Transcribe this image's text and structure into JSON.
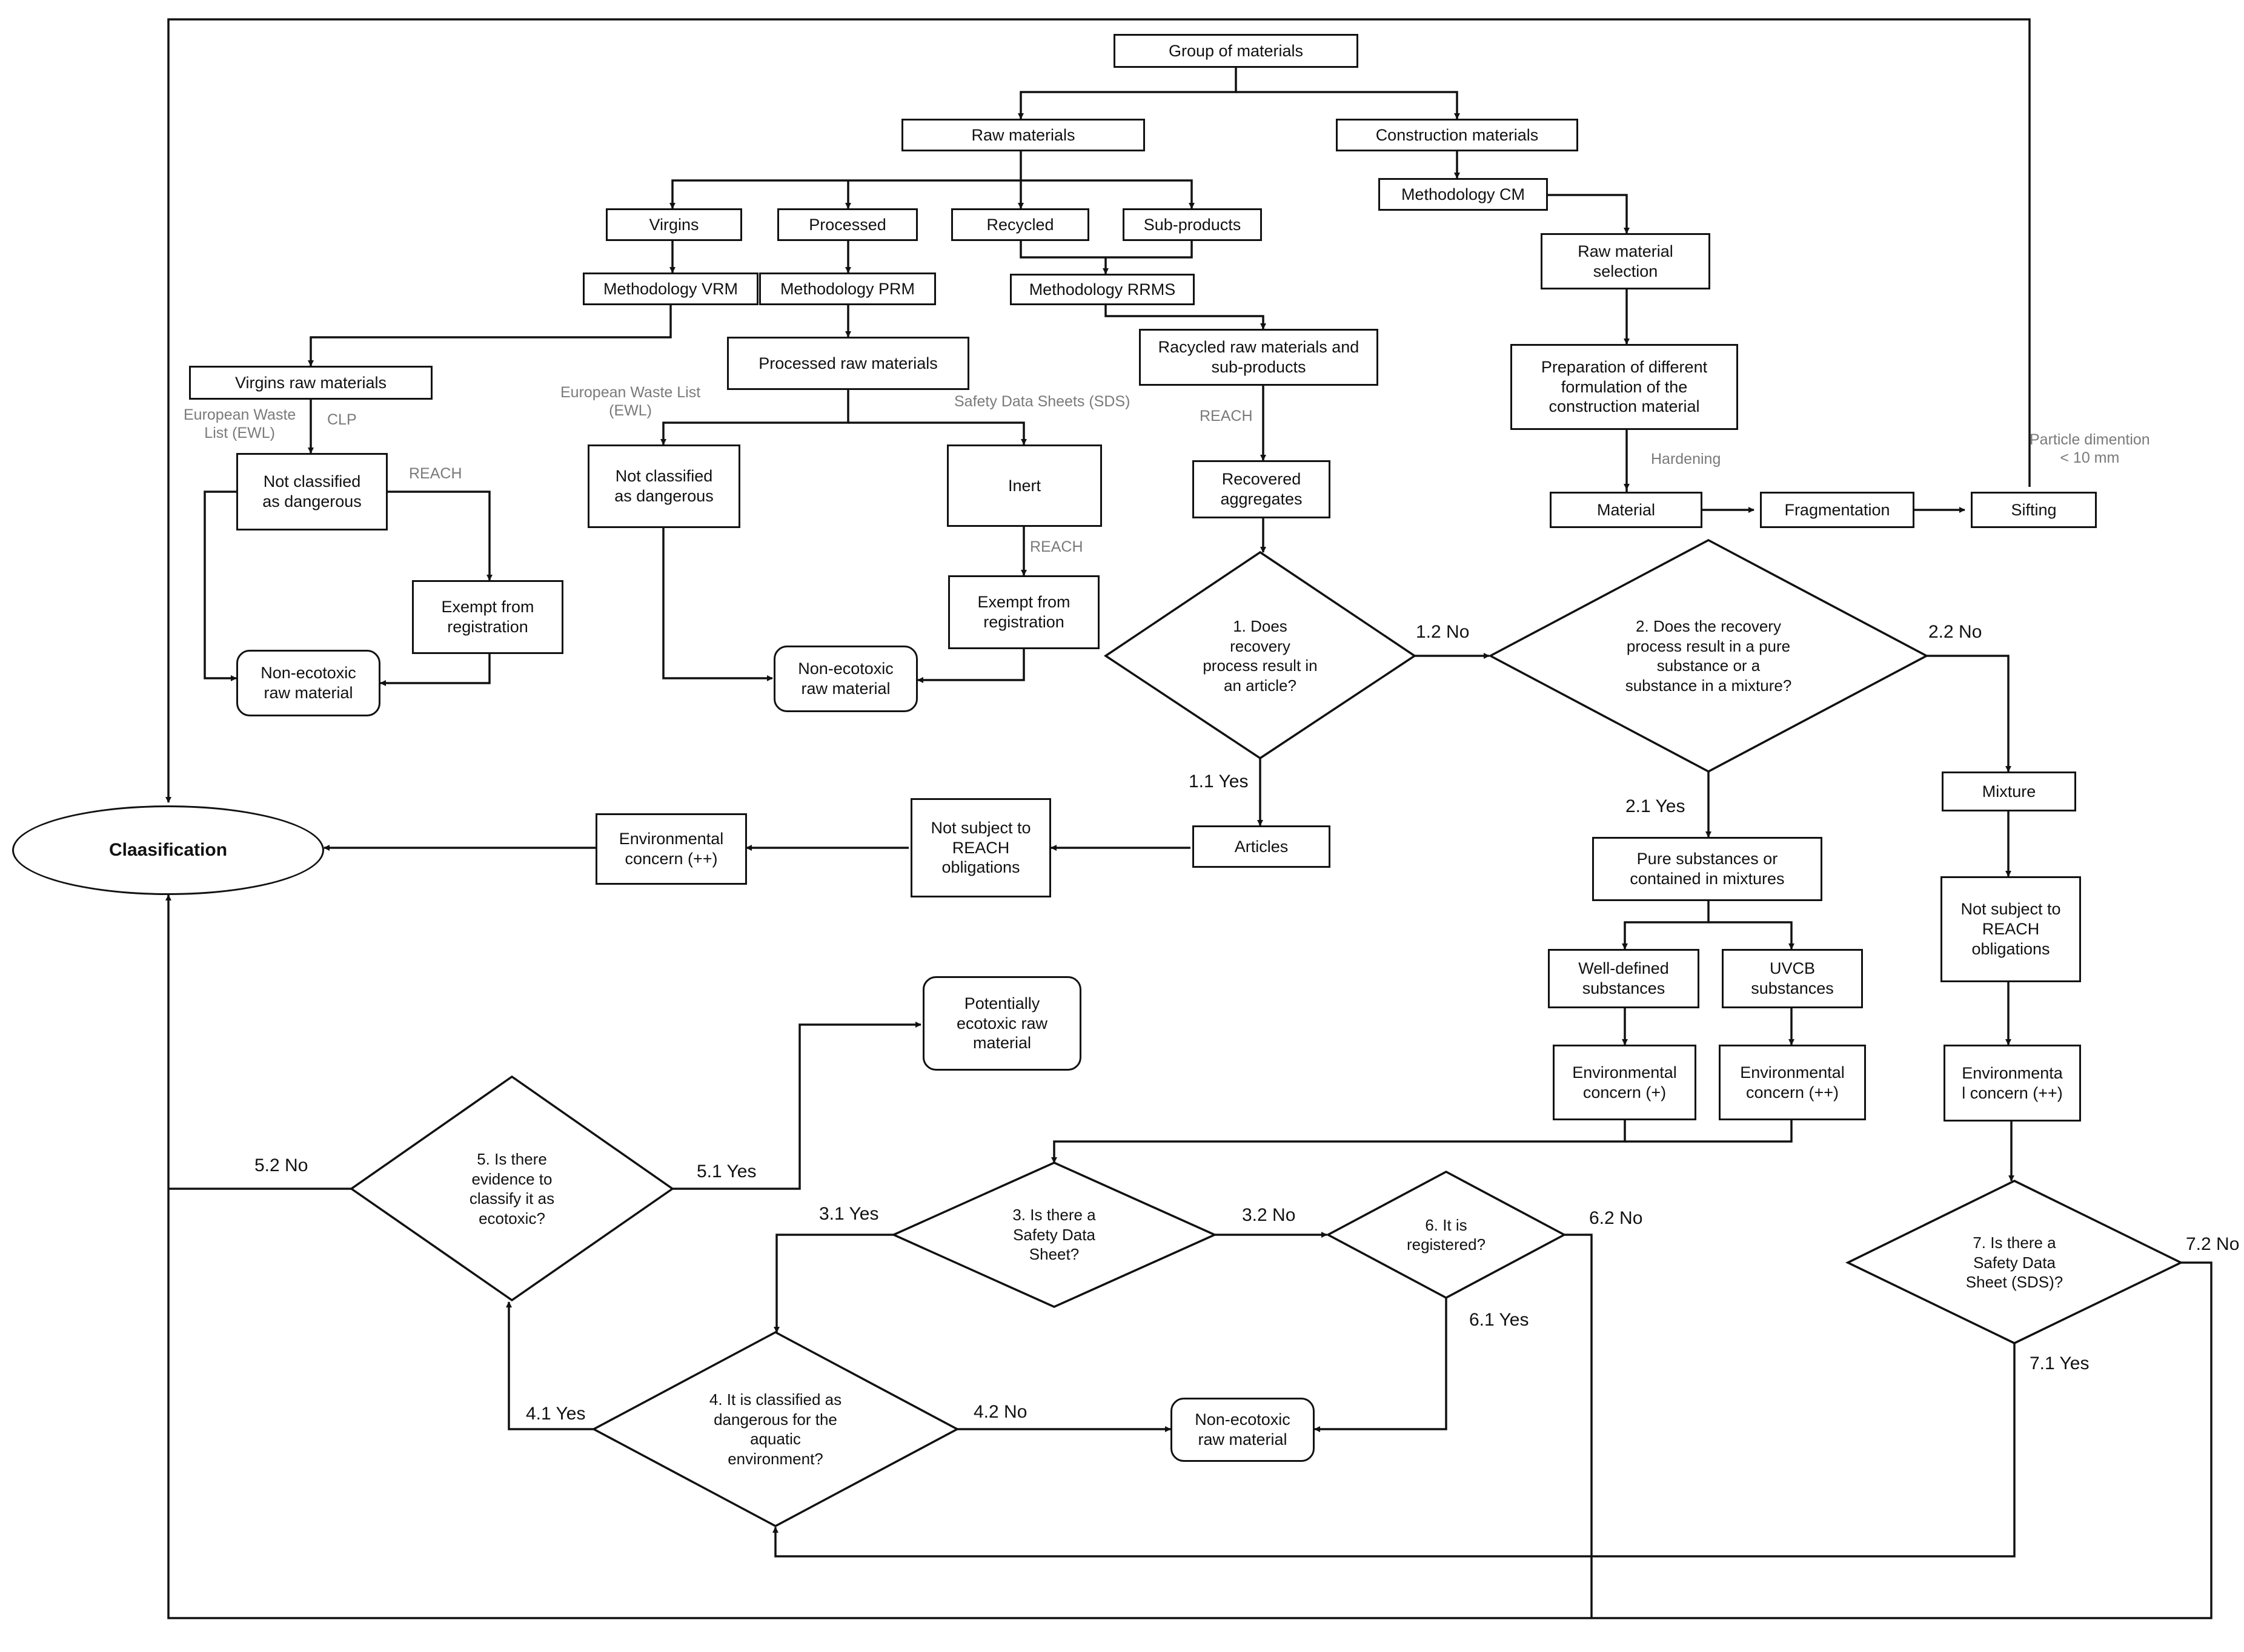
{
  "nodes": {
    "group_of_materials": "Group of materials",
    "raw_materials": "Raw materials",
    "construction_materials": "Construction materials",
    "methodology_cm": "Methodology  CM",
    "virgins": "Virgins",
    "processed": "Processed",
    "recycled": "Recycled",
    "sub_products": "Sub-products",
    "methodology_vrm": "Methodology  VRM",
    "methodology_prm": "Methodology  PRM",
    "methodology_rrms": "Methodology  RRMS",
    "raw_material_selection": "Raw material\nselection",
    "virgins_raw_materials": "Virgins raw  materials",
    "processed_raw_materials": "Processed raw materials",
    "recycled_raw_materials": "Racycled raw materials and\nsub-products",
    "preparation": "Preparation  of different\nformulation  of the\nconstruction material",
    "not_classified_1": "Not classified\nas dangerous",
    "not_classified_2": "Not classified\nas dangerous",
    "inert": "Inert",
    "recovered_aggregates": "Recovered\naggregates",
    "material": "Material",
    "fragmentation": "Fragmentation",
    "sifting": "Sifting",
    "exempt_1": "Exempt from\nregistration",
    "exempt_2": "Exempt from\nregistration",
    "non_ecotoxic_1": "Non-ecotoxic\nraw material",
    "non_ecotoxic_2": "Non-ecotoxic\nraw material",
    "non_ecotoxic_3": "Non-ecotoxic\nraw material",
    "classification": "Claasification",
    "env_concern_pp_1": "Environmental\nconcern (++)",
    "not_subject_1": "Not subject to\nREACH\nobligations",
    "articles": "Articles",
    "pure_substances": "Pure substances or\ncontained in mixtures",
    "mixture": "Mixture",
    "not_subject_2": "Not subject to\nREACH\nobligations",
    "well_defined": "Well-defined\nsubstances",
    "uvcb": "UVCB\nsubstances",
    "env_concern_p": "Environmental\nconcern (+)",
    "env_concern_pp_2": "Environmental\nconcern (++)",
    "env_concern_pp_3": "Environmenta\nl concern (++)",
    "potentially_ecotoxic": "Potentially\necotoxic raw\nmaterial"
  },
  "questions": {
    "q1": "1. Does\nrecovery\nprocess result in\nan article?",
    "q2": "2. Does the recovery\nprocess result in a pure\nsubstance or a\nsubstance in a mixture?",
    "q3": "3. Is there a\nSafety Data\nSheet?",
    "q4": "4. It is classified as\ndangerous  for the\naquatic\nenvironment?",
    "q5": "5. Is there\nevidence  to\nclassify it as\necotoxic?",
    "q6": "6. It is\nregistered?",
    "q7": "7. Is there a\nSafety Data\nSheet (SDS)?"
  },
  "edge_labels": {
    "l_1_1": "1.1 Yes",
    "l_1_2": "1.2 No",
    "l_2_1": "2.1 Yes",
    "l_2_2": "2.2 No",
    "l_3_1": "3.1 Yes",
    "l_3_2": "3.2 No",
    "l_4_1": "4.1 Yes",
    "l_4_2": "4.2 No",
    "l_5_1": "5.1 Yes",
    "l_5_2": "5.2 No",
    "l_6_1": "6.1 Yes",
    "l_6_2": "6.2 No",
    "l_7_1": "7.1 Yes",
    "l_7_2": "7.2 No"
  },
  "notes": {
    "ewl_1": "European Waste\nList (EWL)",
    "clp": "CLP",
    "reach_1": "REACH",
    "ewl_2": "European Waste List\n(EWL)",
    "sds": "Safety Data Sheets (SDS)",
    "reach_2": "REACH",
    "reach_3": "REACH",
    "hardening": "Hardening",
    "particle": "Particle dimention\n< 10 mm"
  }
}
